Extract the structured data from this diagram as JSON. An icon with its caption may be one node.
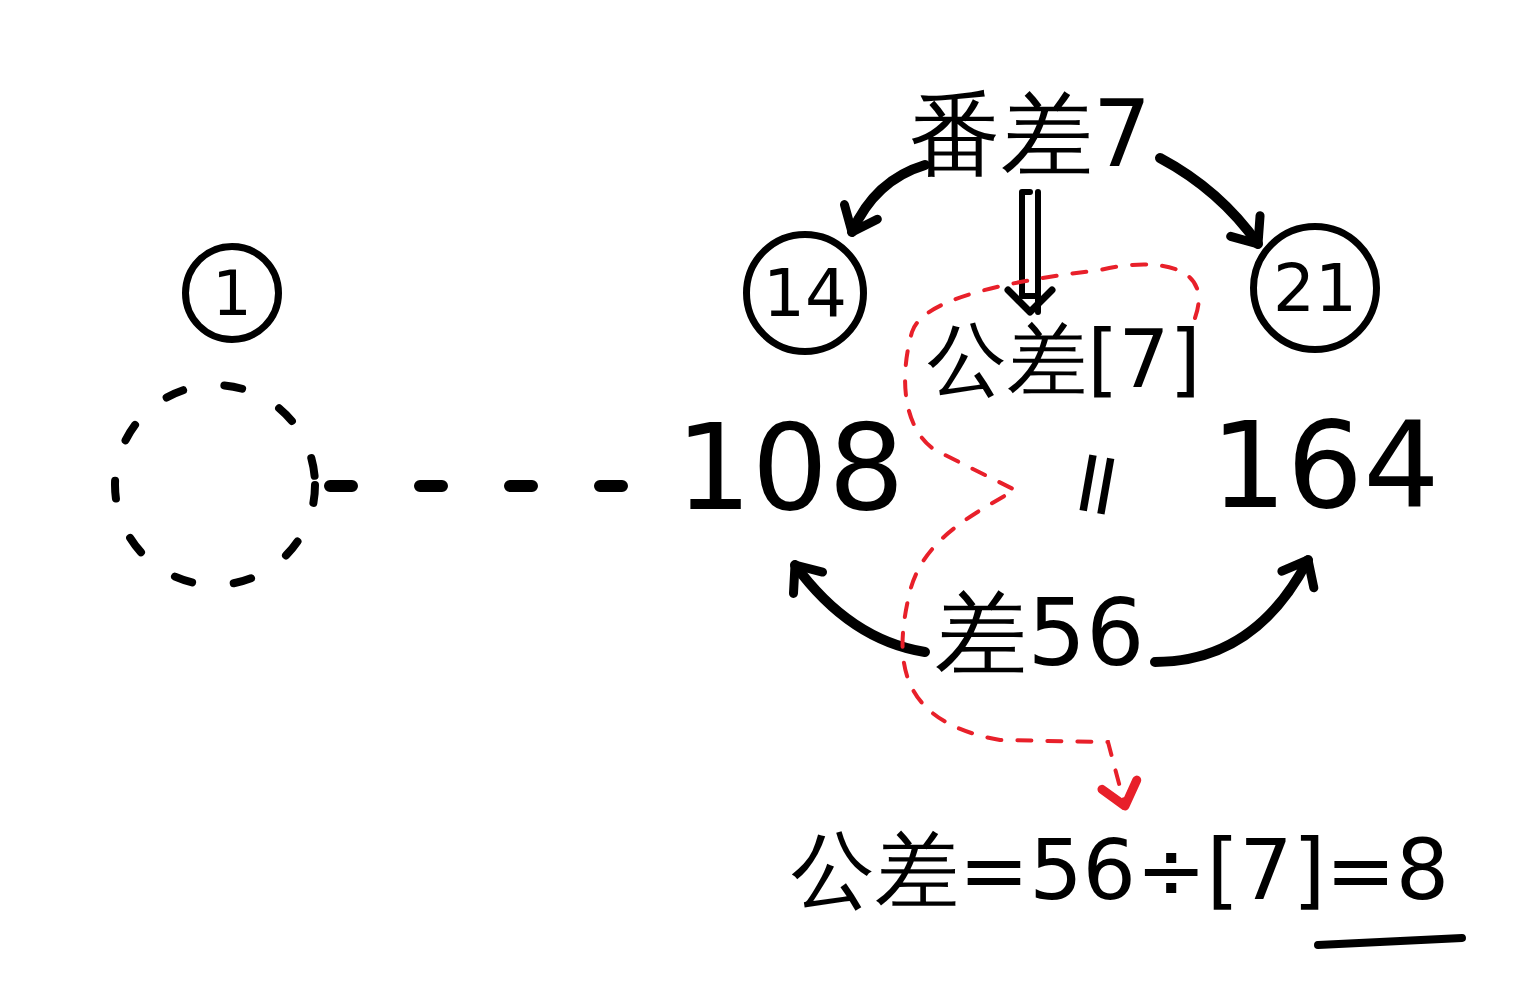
{
  "diagram": {
    "nodes": [
      {
        "text": [
          "1"
        ]
      },
      {
        "text": [],
        "shape": "circle"
      },
      {
        "text": [
          "14"
        ]
      },
      {
        "text": [
          "21"
        ]
      },
      {
        "text": [
          "108"
        ]
      },
      {
        "text": [
          "164"
        ]
      },
      {
        "text": [
          "番差7"
        ]
      },
      {
        "text": [
          "公差[7]"
        ]
      },
      {
        "text": [
          "差56"
        ]
      },
      {
        "text": [
          "公差=56÷[7]=8"
        ]
      }
    ],
    "edges": [
      {
        "from": 1,
        "to": 4,
        "arrow": "none",
        "style": "dashed"
      },
      {
        "from": 6,
        "to": 2,
        "arrow": "to"
      },
      {
        "from": 6,
        "to": 3,
        "arrow": "to"
      },
      {
        "from": 6,
        "to": 7,
        "arrow": "to"
      },
      {
        "from": 8,
        "to": 4,
        "arrow": "to"
      },
      {
        "from": 8,
        "to": 5,
        "arrow": "to"
      },
      {
        "from": 7,
        "to": 9,
        "arrow": "to",
        "style": "dashed",
        "color": "#e8202a"
      }
    ],
    "labels": [
      "="
    ]
  }
}
